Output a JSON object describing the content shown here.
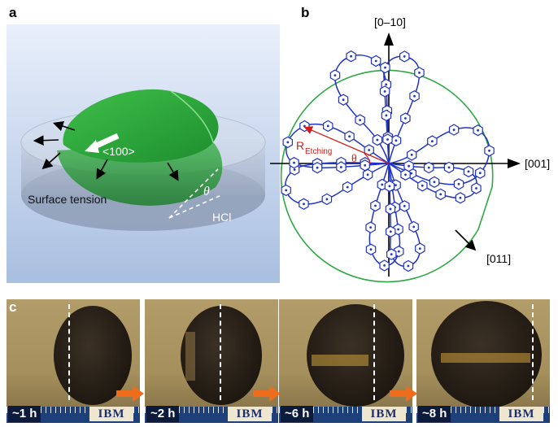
{
  "panels": {
    "a": {
      "letter": "a",
      "labels": {
        "direction": "<100>",
        "theta": "θ",
        "surface_tension": "Surface tension",
        "hcl": "HCl"
      }
    },
    "b": {
      "letter": "b",
      "axes": {
        "top": "[0–10]",
        "right": "[001]",
        "diag": "[011]"
      },
      "r_etching_main": "R",
      "r_etching_sub": "Etching",
      "theta": "θ"
    },
    "c": {
      "letter": "c",
      "frames": [
        {
          "time": "~1 h",
          "logo": "IBM"
        },
        {
          "time": "~2 h",
          "logo": "IBM"
        },
        {
          "time": "~6 h",
          "logo": "IBM"
        },
        {
          "time": "~8 h",
          "logo": "IBM"
        }
      ]
    }
  },
  "colors": {
    "green": "#2ea843",
    "blue": "#1f33c8",
    "red": "#d51a1a",
    "orange": "#ef6c1c"
  }
}
